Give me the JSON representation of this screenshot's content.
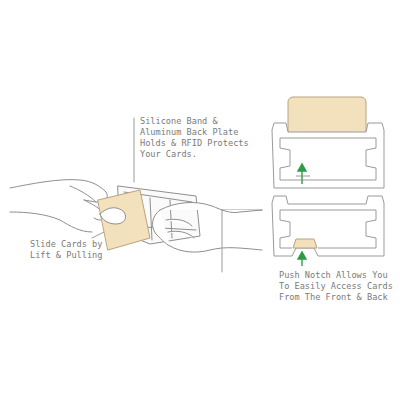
{
  "diagram": {
    "labels": [
      "Silicone Band & Aluminum Back Plate Holds & RFID Protects Your Cards.",
      "Slide Cards by Lift & Pulling",
      "Push Notch Allows You To Easily Access Cards From The Front & Back"
    ]
  }
}
